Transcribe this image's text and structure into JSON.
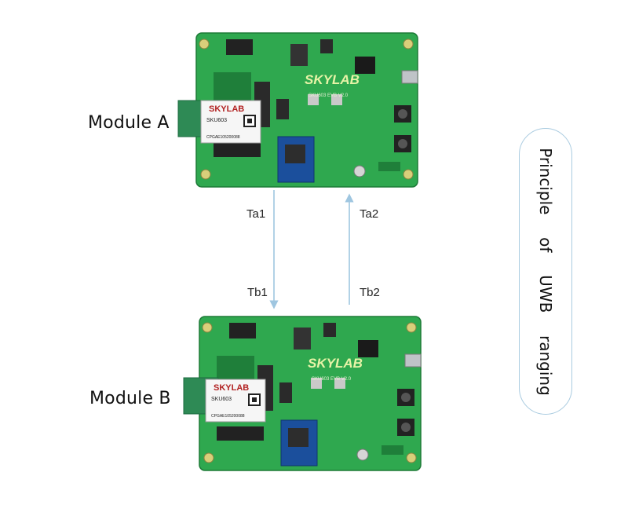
{
  "modules": [
    {
      "label": "Module A",
      "board_brand": "SKYLAB",
      "module_brand": "SKYLAB",
      "module_sku": "SKU603",
      "module_id": "CPGAE105200088",
      "board_text": "SKU603 EVB V2.0"
    },
    {
      "label": "Module B",
      "board_brand": "SKYLAB",
      "module_brand": "SKYLAB",
      "module_sku": "SKU603",
      "module_id": "CPGAE105200088",
      "board_text": "SKU603 EVB V2.0"
    }
  ],
  "timing": {
    "ta1": "Ta1",
    "tb1": "Tb1",
    "ta2": "Ta2",
    "tb2": "Tb2"
  },
  "title": "Principle  of  UWB  ranging",
  "colors": {
    "pcb_green": "#2fa84f",
    "pcb_dark": "#1f7f3a",
    "arrow": "#9fc6e0",
    "pill_border": "#a9cbe0"
  }
}
